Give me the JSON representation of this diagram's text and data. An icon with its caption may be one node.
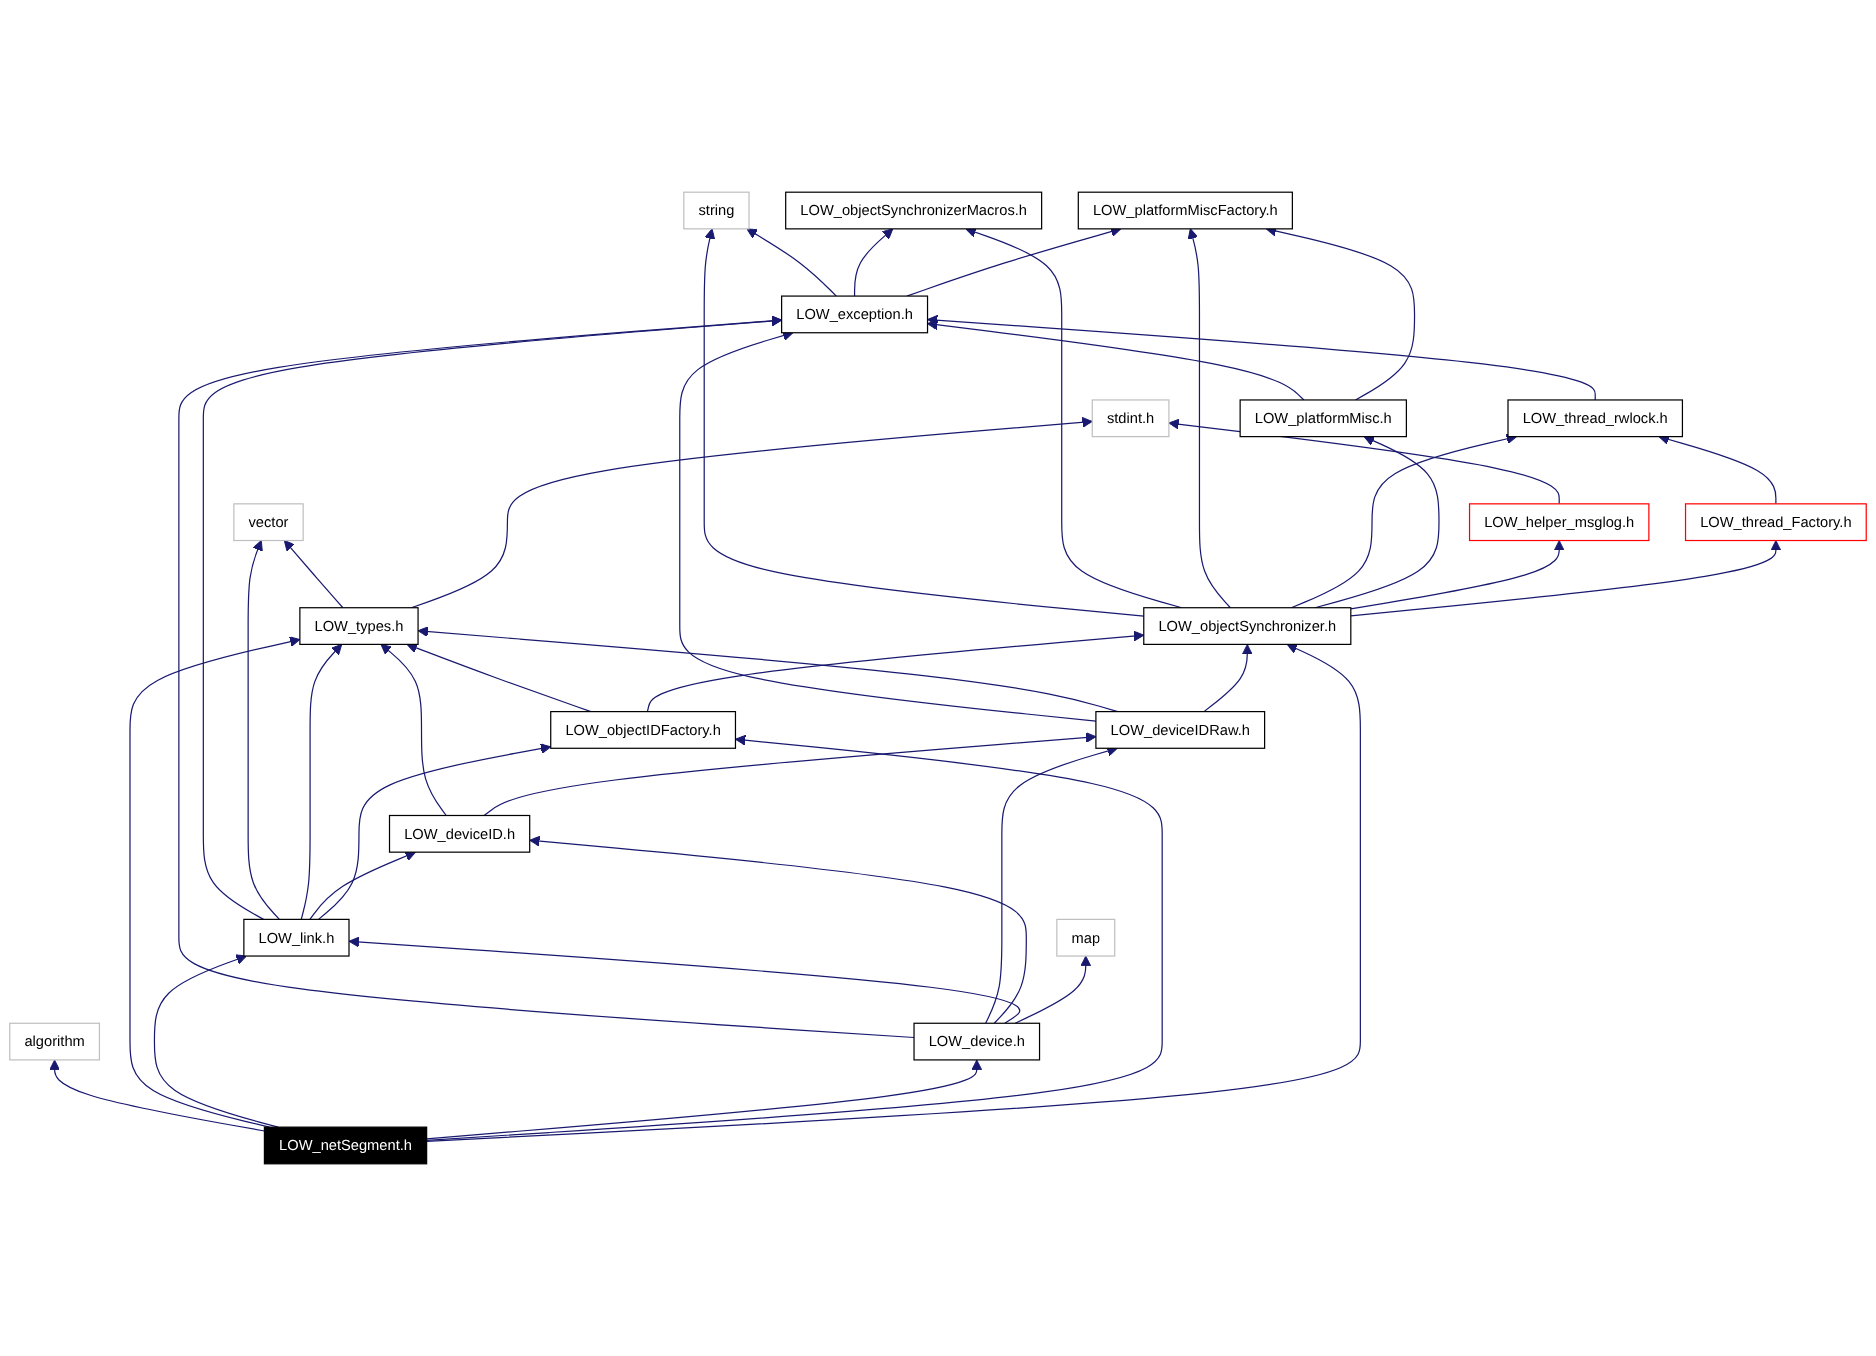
{
  "diagram": {
    "nodes": [
      {
        "text": [
          "string"
        ]
      },
      {
        "text": [
          "LOW_objectSynchronizerMacros.h"
        ]
      },
      {
        "text": [
          "LOW_platformMiscFactory.h"
        ]
      },
      {
        "text": [
          "LOW_exception.h"
        ]
      },
      {
        "text": [
          "stdint.h"
        ]
      },
      {
        "text": [
          "LOW_thread_rwlock.h"
        ]
      },
      {
        "text": [
          "LOW_platformMisc.h"
        ]
      },
      {
        "text": [
          "vector"
        ]
      },
      {
        "text": [
          "LOW_helper_msglog.h"
        ]
      },
      {
        "text": [
          "LOW_thread_Factory.h"
        ]
      },
      {
        "text": [
          "LOW_types.h"
        ]
      },
      {
        "text": [
          "LOW_objectSynchronizer.h"
        ]
      },
      {
        "text": [
          "LOW_deviceIDRaw.h"
        ]
      },
      {
        "text": [
          "LOW_deviceID.h"
        ]
      },
      {
        "text": [
          "LOW_objectIDFactory.h"
        ]
      },
      {
        "text": [
          "map"
        ]
      },
      {
        "text": [
          "LOW_link.h"
        ]
      },
      {
        "text": [
          "algorithm"
        ]
      },
      {
        "text": [
          "LOW_device.h"
        ]
      },
      {
        "text": [
          "LOW_netSegment.h"
        ]
      }
    ],
    "edges": [
      {
        "from": 3,
        "to": 0,
        "arrow": "to"
      },
      {
        "from": 3,
        "to": 1,
        "arrow": "to"
      },
      {
        "from": 3,
        "to": 2,
        "arrow": "to"
      },
      {
        "from": 5,
        "to": 3,
        "arrow": "to"
      },
      {
        "from": 6,
        "to": 3,
        "arrow": "to"
      },
      {
        "from": 6,
        "to": 2,
        "arrow": "to"
      },
      {
        "from": 8,
        "to": 4,
        "arrow": "to"
      },
      {
        "from": 9,
        "to": 5,
        "arrow": "to"
      },
      {
        "from": 10,
        "to": 7,
        "arrow": "to"
      },
      {
        "from": 10,
        "to": 4,
        "arrow": "to"
      },
      {
        "from": 11,
        "to": 0,
        "arrow": "to"
      },
      {
        "from": 11,
        "to": 1,
        "arrow": "to"
      },
      {
        "from": 11,
        "to": 2,
        "arrow": "to"
      },
      {
        "from": 11,
        "to": 5,
        "arrow": "to"
      },
      {
        "from": 11,
        "to": 6,
        "arrow": "to"
      },
      {
        "from": 11,
        "to": 8,
        "arrow": "to"
      },
      {
        "from": 11,
        "to": 9,
        "arrow": "to"
      },
      {
        "from": 12,
        "to": 3,
        "arrow": "to"
      },
      {
        "from": 12,
        "to": 10,
        "arrow": "to"
      },
      {
        "from": 12,
        "to": 11,
        "arrow": "to"
      },
      {
        "from": 13,
        "to": 10,
        "arrow": "to"
      },
      {
        "from": 13,
        "to": 12,
        "arrow": "to"
      },
      {
        "from": 14,
        "to": 10,
        "arrow": "to"
      },
      {
        "from": 14,
        "to": 11,
        "arrow": "to"
      },
      {
        "from": 16,
        "to": 3,
        "arrow": "to"
      },
      {
        "from": 16,
        "to": 7,
        "arrow": "to"
      },
      {
        "from": 16,
        "to": 10,
        "arrow": "to"
      },
      {
        "from": 16,
        "to": 13,
        "arrow": "to"
      },
      {
        "from": 16,
        "to": 14,
        "arrow": "to"
      },
      {
        "from": 18,
        "to": 3,
        "arrow": "to"
      },
      {
        "from": 18,
        "to": 12,
        "arrow": "to"
      },
      {
        "from": 18,
        "to": 13,
        "arrow": "to"
      },
      {
        "from": 18,
        "to": 16,
        "arrow": "to"
      },
      {
        "from": 18,
        "to": 15,
        "arrow": "to"
      },
      {
        "from": 19,
        "to": 17,
        "arrow": "to"
      },
      {
        "from": 19,
        "to": 10,
        "arrow": "to"
      },
      {
        "from": 19,
        "to": 16,
        "arrow": "to"
      },
      {
        "from": 19,
        "to": 18,
        "arrow": "to"
      },
      {
        "from": 19,
        "to": 14,
        "arrow": "to"
      },
      {
        "from": 19,
        "to": 11,
        "arrow": "to"
      }
    ]
  }
}
